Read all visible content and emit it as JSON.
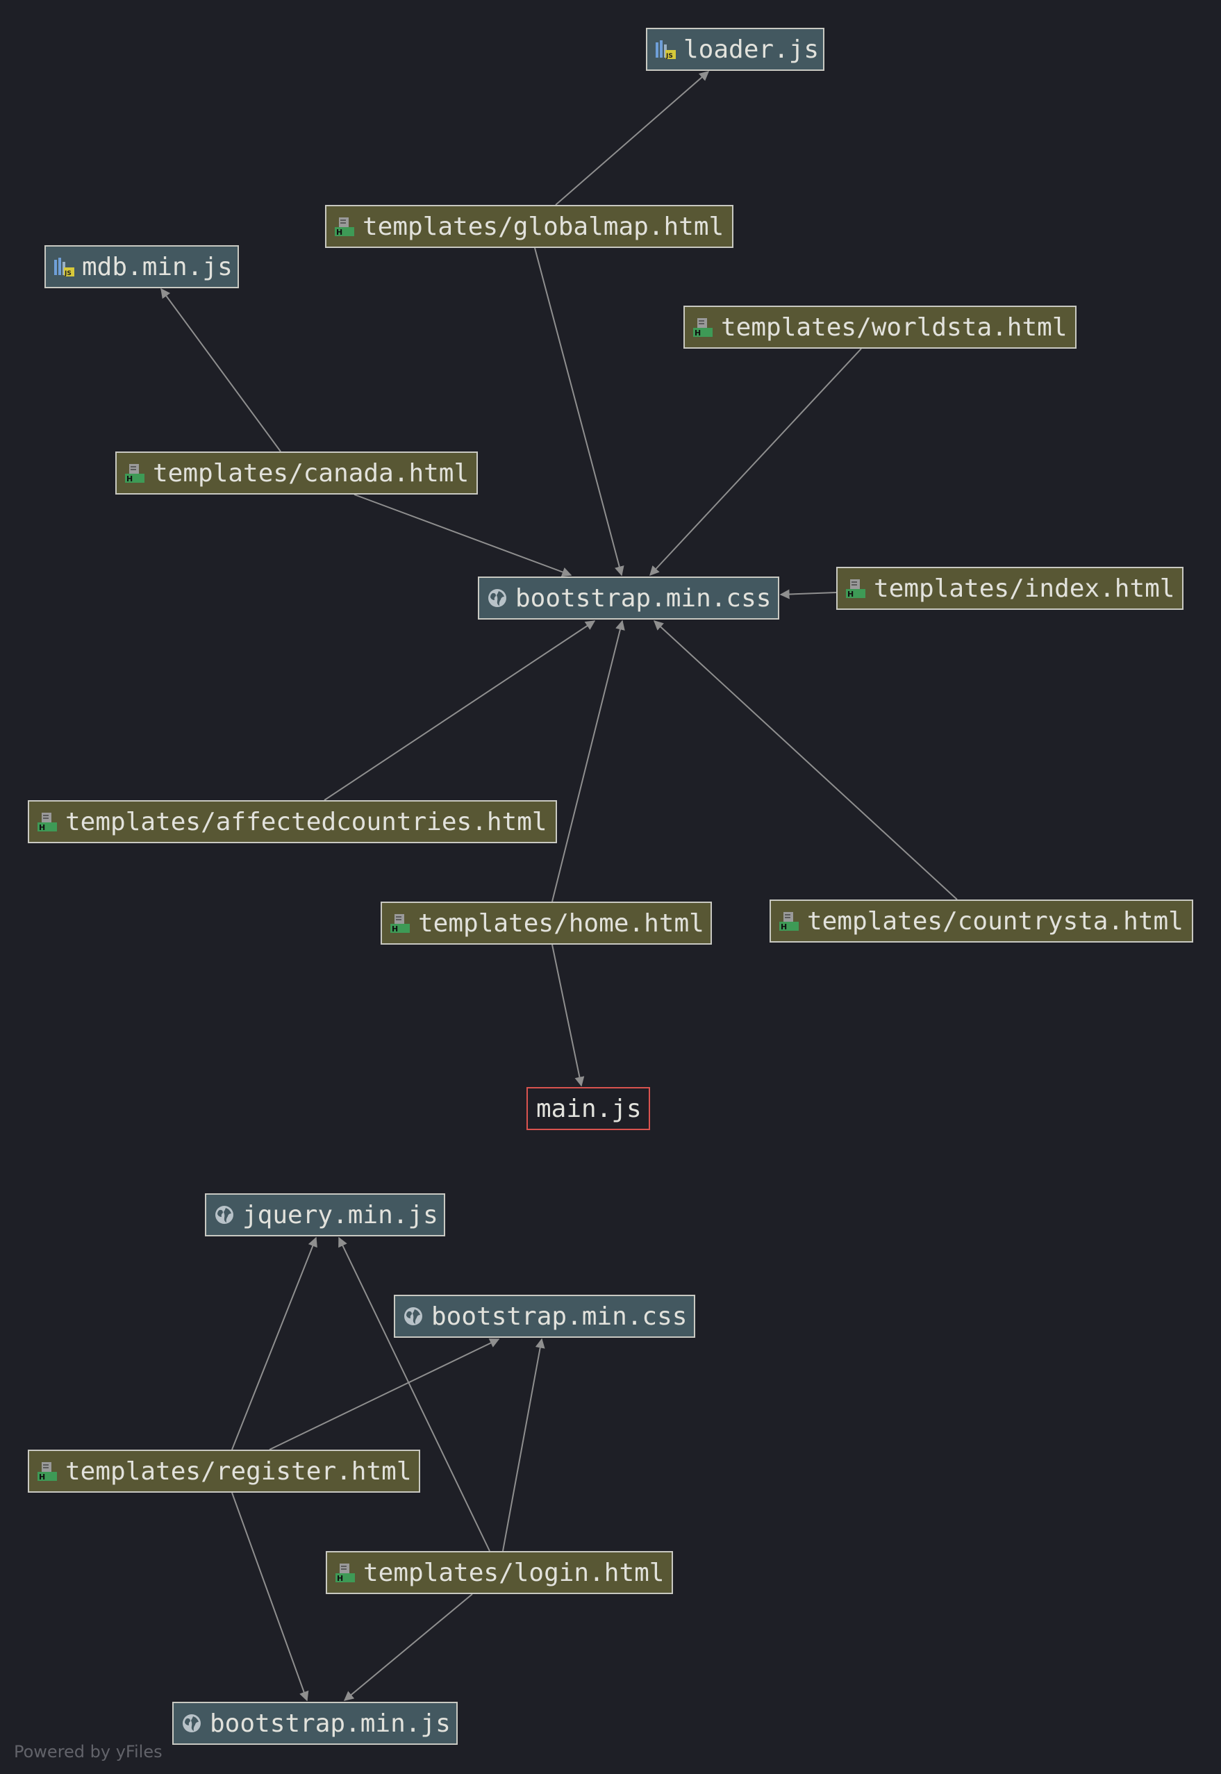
{
  "diagram": {
    "nodes": [
      {
        "id": "loader",
        "label": "loader.js",
        "kind": "js-lib"
      },
      {
        "id": "globalmap",
        "label": "templates/globalmap.html",
        "kind": "html"
      },
      {
        "id": "mdb",
        "label": "mdb.min.js",
        "kind": "js-lib"
      },
      {
        "id": "worldsta",
        "label": "templates/worldsta.html",
        "kind": "html"
      },
      {
        "id": "canada",
        "label": "templates/canada.html",
        "kind": "html"
      },
      {
        "id": "bootstrap_css_1",
        "label": "bootstrap.min.css",
        "kind": "web"
      },
      {
        "id": "index",
        "label": "templates/index.html",
        "kind": "html"
      },
      {
        "id": "affected",
        "label": "templates/affectedcountries.html",
        "kind": "html"
      },
      {
        "id": "home",
        "label": "templates/home.html",
        "kind": "html"
      },
      {
        "id": "countrysta",
        "label": "templates/countrysta.html",
        "kind": "html"
      },
      {
        "id": "mainjs",
        "label": "main.js",
        "kind": "main"
      },
      {
        "id": "jquery",
        "label": "jquery.min.js",
        "kind": "web"
      },
      {
        "id": "bootstrap_css_2",
        "label": "bootstrap.min.css",
        "kind": "web"
      },
      {
        "id": "register",
        "label": "templates/register.html",
        "kind": "html"
      },
      {
        "id": "login",
        "label": "templates/login.html",
        "kind": "html"
      },
      {
        "id": "bootstrap_js",
        "label": "bootstrap.min.js",
        "kind": "web"
      }
    ],
    "edges": [
      {
        "from": "globalmap",
        "to": "loader"
      },
      {
        "from": "globalmap",
        "to": "bootstrap_css_1"
      },
      {
        "from": "canada",
        "to": "mdb"
      },
      {
        "from": "canada",
        "to": "bootstrap_css_1"
      },
      {
        "from": "worldsta",
        "to": "bootstrap_css_1"
      },
      {
        "from": "index",
        "to": "bootstrap_css_1"
      },
      {
        "from": "affected",
        "to": "bootstrap_css_1"
      },
      {
        "from": "home",
        "to": "bootstrap_css_1"
      },
      {
        "from": "countrysta",
        "to": "bootstrap_css_1"
      },
      {
        "from": "home",
        "to": "mainjs"
      },
      {
        "from": "register",
        "to": "jquery"
      },
      {
        "from": "register",
        "to": "bootstrap_css_2"
      },
      {
        "from": "register",
        "to": "bootstrap_js"
      },
      {
        "from": "login",
        "to": "jquery"
      },
      {
        "from": "login",
        "to": "bootstrap_css_2"
      },
      {
        "from": "login",
        "to": "bootstrap_js"
      }
    ]
  },
  "footer": {
    "powered_by": "Powered by yFiles"
  },
  "colors": {
    "background": "#1e1f26",
    "html_node": "#585734",
    "lib_node": "#435860",
    "node_border": "#c9c9c2",
    "main_border": "#d9534f",
    "edge": "#8f8f8f"
  },
  "icons": {
    "html": "html-file-icon",
    "js-lib": "javascript-library-icon",
    "web": "globe-icon"
  }
}
